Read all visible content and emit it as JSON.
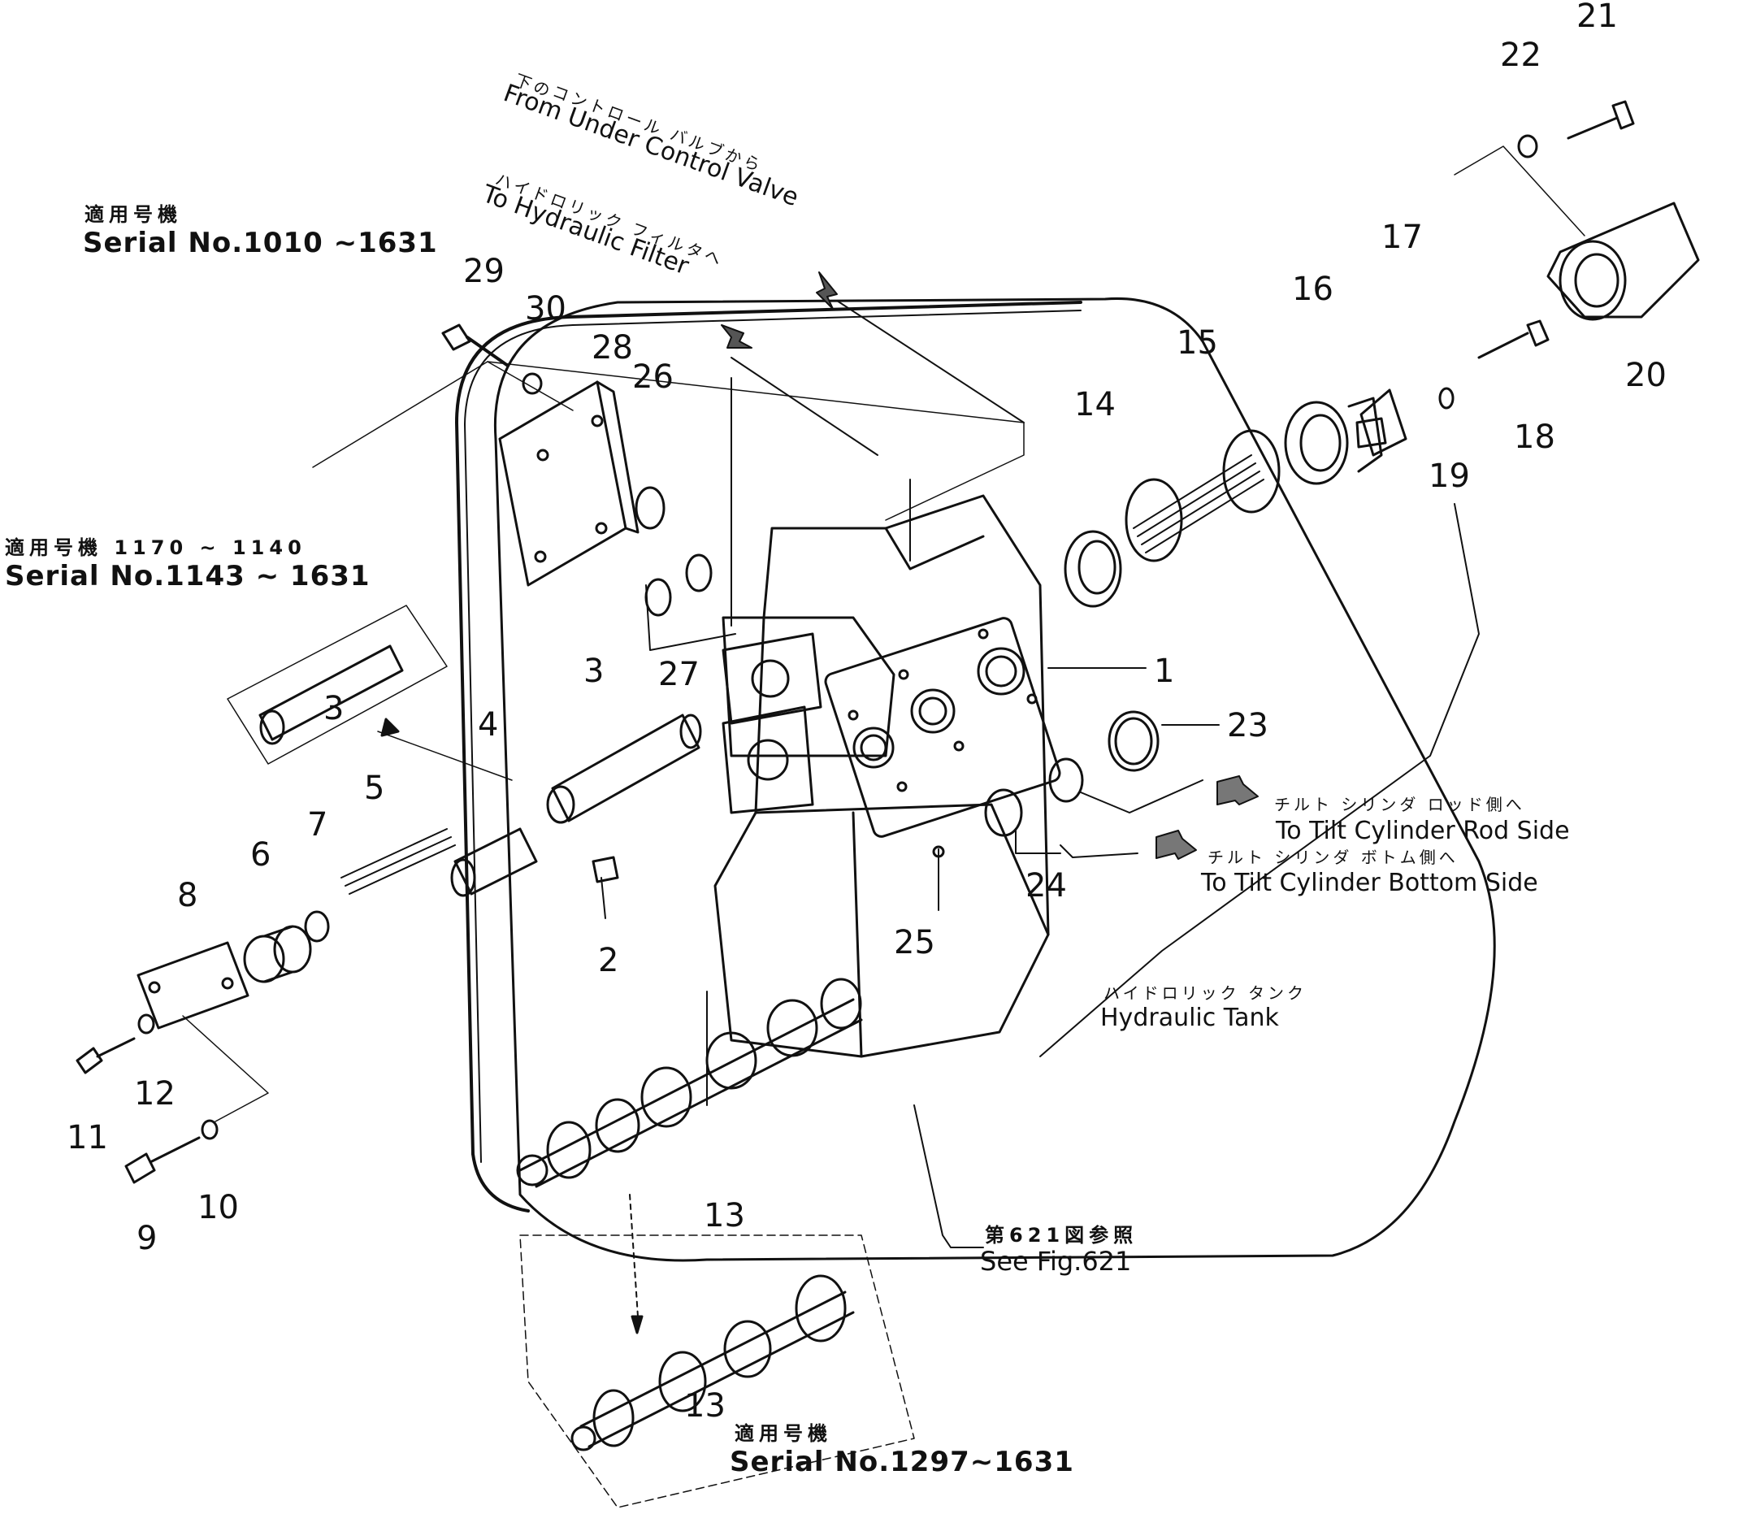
{
  "callouts": {
    "n1": "1",
    "n2": "2",
    "n3a": "3",
    "n3b": "3",
    "n4": "4",
    "n5": "5",
    "n6": "6",
    "n7": "7",
    "n8": "8",
    "n9": "9",
    "n10": "10",
    "n11": "11",
    "n12": "12",
    "n13a": "13",
    "n13b": "13",
    "n14": "14",
    "n15": "15",
    "n16": "16",
    "n17": "17",
    "n18": "18",
    "n19": "19",
    "n20": "20",
    "n21": "21",
    "n22": "22",
    "n23": "23",
    "n24": "24",
    "n25": "25",
    "n26": "26",
    "n27": "27",
    "n28": "28",
    "n29": "29",
    "n30": "30"
  },
  "annotations": {
    "under_valve_jp_1": "下の",
    "under_valve_jp_2": "コントロール バルブから",
    "under_valve_en": "From Under Control Valve",
    "filter_jp": "ハイドロリック フィルタへ",
    "filter_en": "To Hydraulic Filter",
    "rod_side_jp": "チルト シリンダ ロッド側へ",
    "rod_side_en": "To Tilt Cylinder Rod Side",
    "bottom_side_jp": "チルト シリンダ ボトム側へ",
    "bottom_side_en": "To Tilt Cylinder Bottom Side",
    "tank_jp": "ハイドロリック タンク",
    "tank_en": "Hydraulic Tank",
    "see_fig_jp": "第621図参照",
    "see_fig_en": "See Fig.621"
  },
  "serials": {
    "s1_jp": "適用号機",
    "s1_en": "Serial No.1010 ~1631",
    "s2_jp": "適用号機 1170 ~ 1140",
    "s2_en": "Serial No.1143 ~ 1631",
    "s3_jp": "適用号機",
    "s3_en": "Serial No.1297~1631"
  }
}
